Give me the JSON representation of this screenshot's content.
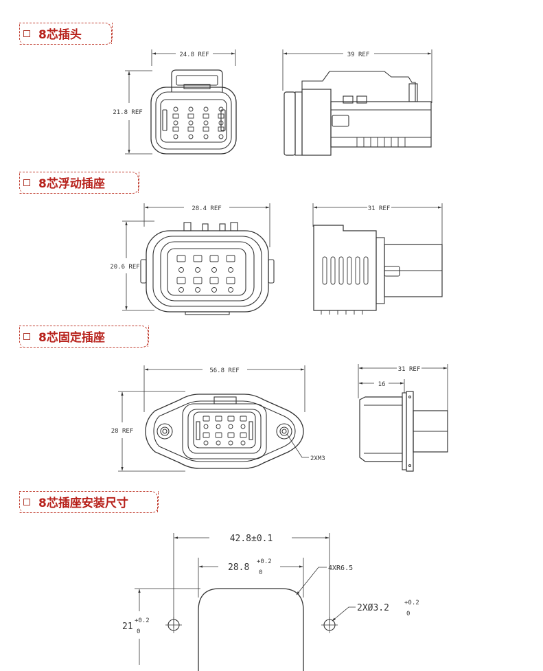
{
  "sections": [
    {
      "title": "8芯插头"
    },
    {
      "title": "8芯浮动插座"
    },
    {
      "title": "8芯固定插座"
    },
    {
      "title": "8芯插座安装尺寸"
    }
  ],
  "dims": {
    "plug_width": "24.8 REF",
    "plug_height": "21.8 REF",
    "plug_length": "39 REF",
    "float_width": "28.4 REF",
    "float_height": "20.6 REF",
    "float_length": "31 REF",
    "fixed_width": "56.8 REF",
    "fixed_height": "28 REF",
    "fixed_length": "31 REF",
    "fixed_flange": "16",
    "fixed_screw": "2XM3",
    "mount_hole_spacing": "42.8±0.1",
    "mount_cutout_width": "28.8",
    "mount_cutout_height": "21",
    "mount_tol_upper": "+0.2",
    "mount_tol_lower": "0",
    "mount_corner_radius": "4XR6.5",
    "mount_hole_dia": "2XØ3.2"
  }
}
